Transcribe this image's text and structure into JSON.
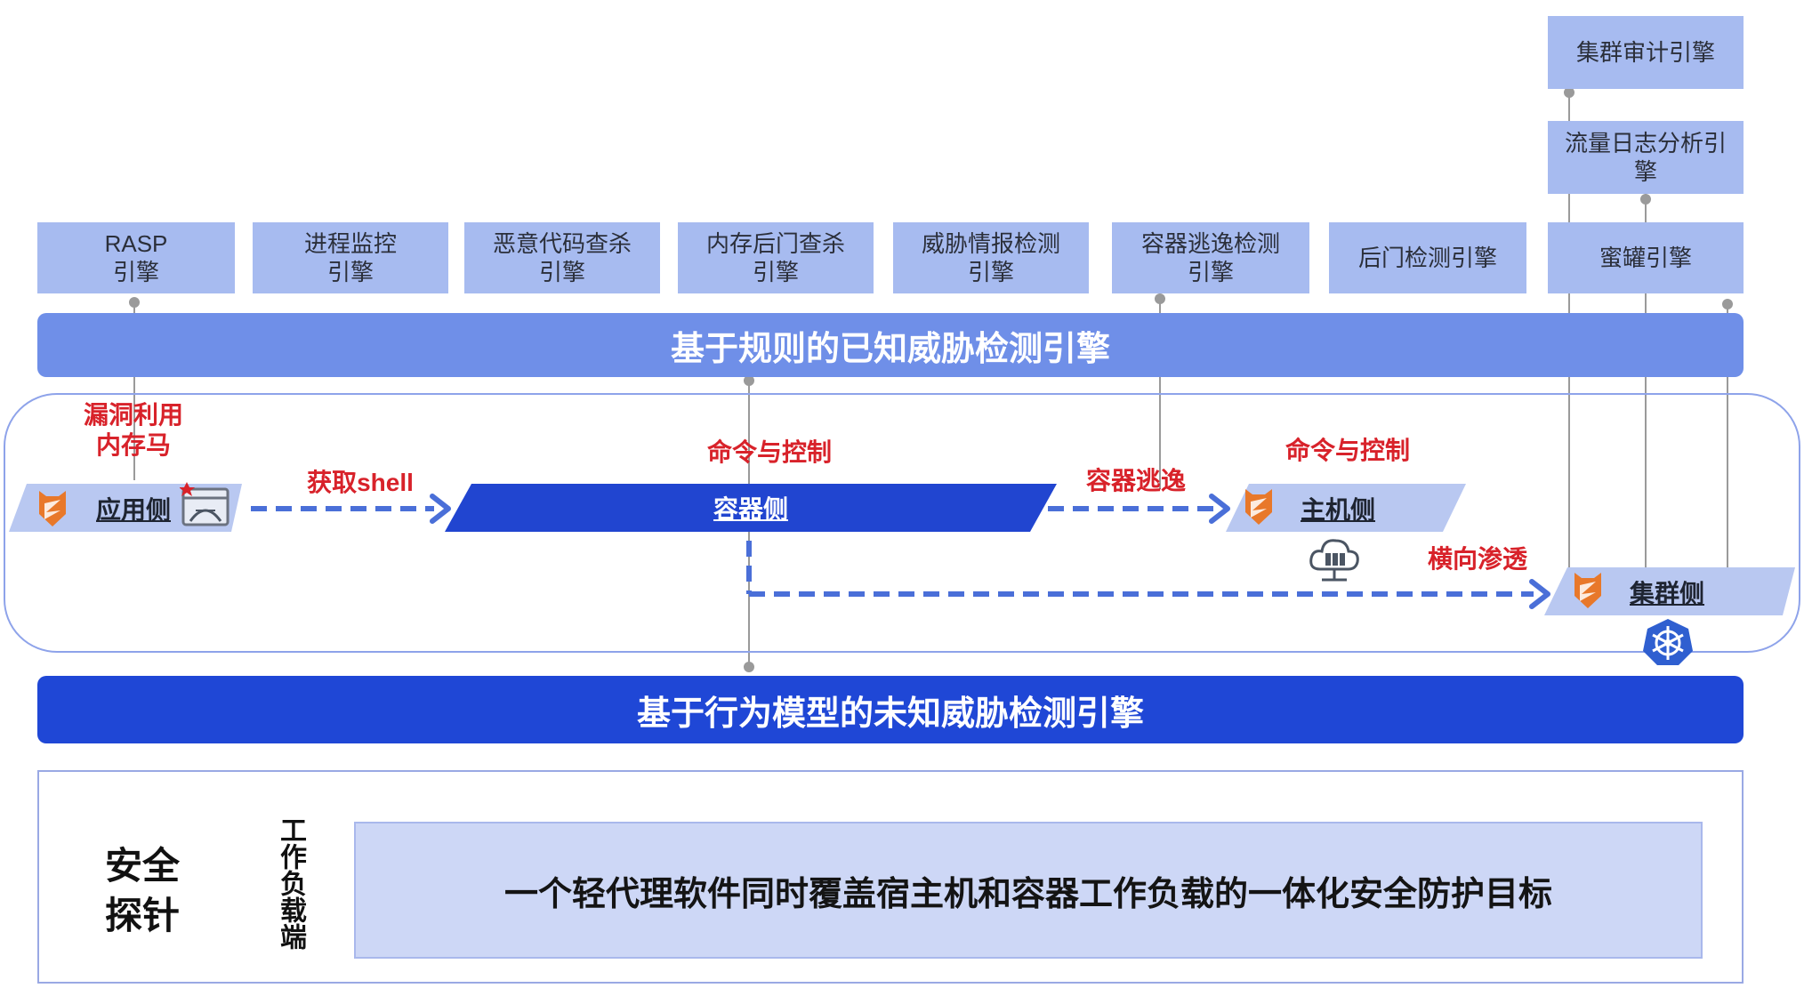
{
  "engines": {
    "top": [
      {
        "label": "RASP\n引擎"
      },
      {
        "label": "进程监控\n引擎"
      },
      {
        "label": "恶意代码查杀\n引擎"
      },
      {
        "label": "内存后门查杀\n引擎"
      },
      {
        "label": "威胁情报检测\n引擎"
      },
      {
        "label": "容器逃逸检测\n引擎"
      },
      {
        "label": "后门检测引擎"
      }
    ],
    "side": [
      {
        "label": "集群审计引擎"
      },
      {
        "label": "流量日志分析引擎"
      },
      {
        "label": "蜜罐引擎"
      }
    ]
  },
  "bars": {
    "rule_based": "基于规则的已知威胁检测引擎",
    "behavior_based": "基于行为模型的未知威胁检测引擎"
  },
  "scenario": {
    "app_side": "应用侧",
    "container_side": "容器侧",
    "host_side": "主机侧",
    "cluster_side": "集群侧",
    "attack_labels": {
      "memshell": "漏洞利用\n内存马",
      "get_shell": "获取shell",
      "c2_container": "命令与控制",
      "container_escape": "容器逃逸",
      "c2_host": "命令与控制",
      "lateral_movement": "横向渗透"
    }
  },
  "probe": {
    "title": "安全\n探针",
    "workload_label": "工作负载端",
    "slogan": "一个轻代理软件同时覆盖宿主机和容器工作负载的一体化安全防护目标"
  },
  "colors": {
    "engine_box": "#a7bbf0",
    "rule_bar": "#6f8fe8",
    "behavior_bar": "#1f47d6",
    "attack_label": "#d8222a",
    "arrow": "#4a6fd8"
  }
}
